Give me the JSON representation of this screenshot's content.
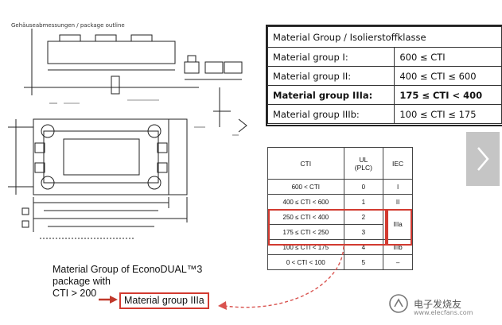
{
  "drawing": {
    "title": "Gehäuseabmessungen / package outline"
  },
  "material_group_table": {
    "header": "Material Group / Isolierstoffklasse",
    "rows": [
      {
        "group": "Material group I:",
        "cti": "600 ≤ CTI",
        "bold": false
      },
      {
        "group": "Material group II:",
        "cti": "400 ≤ CTI ≤ 600",
        "bold": false
      },
      {
        "group": "Material group IIIa:",
        "cti": "175 ≤ CTI < 400",
        "bold": true
      },
      {
        "group": "Material group IIIb:",
        "cti": "100 ≤ CTI ≤ 175",
        "bold": false
      }
    ]
  },
  "cti_table": {
    "headers": {
      "cti": "CTI",
      "ul": "UL",
      "ul_sub": "(PLC)",
      "iec": "IEC"
    },
    "rows": [
      {
        "cti": "600 < CTI",
        "ul": "0",
        "iec": "I"
      },
      {
        "cti": "400 ≤ CTI < 600",
        "ul": "1",
        "iec": "II"
      },
      {
        "cti": "250 ≤ CTI < 400",
        "ul": "2",
        "iec": "IIIa"
      },
      {
        "cti": "175 ≤ CTI < 250",
        "ul": "3",
        "iec": ""
      },
      {
        "cti": "100 ≤ CTI < 175",
        "ul": "4",
        "iec": "IIIb"
      },
      {
        "cti": "0 < CTI < 100",
        "ul": "5",
        "iec": "–"
      }
    ]
  },
  "caption": {
    "line1": "Material Group of EconoDUAL™3",
    "line2": "package with",
    "line3": "CTI > 200",
    "group_label": "Material group IIIa"
  },
  "watermark": {
    "text": "电子发烧友",
    "url": "www.elecfans.com"
  },
  "colors": {
    "highlight": "#d23a30",
    "line": "#222222"
  },
  "icons": {
    "next": "chevron-right-icon",
    "logo": "elecfans-logo-icon"
  }
}
